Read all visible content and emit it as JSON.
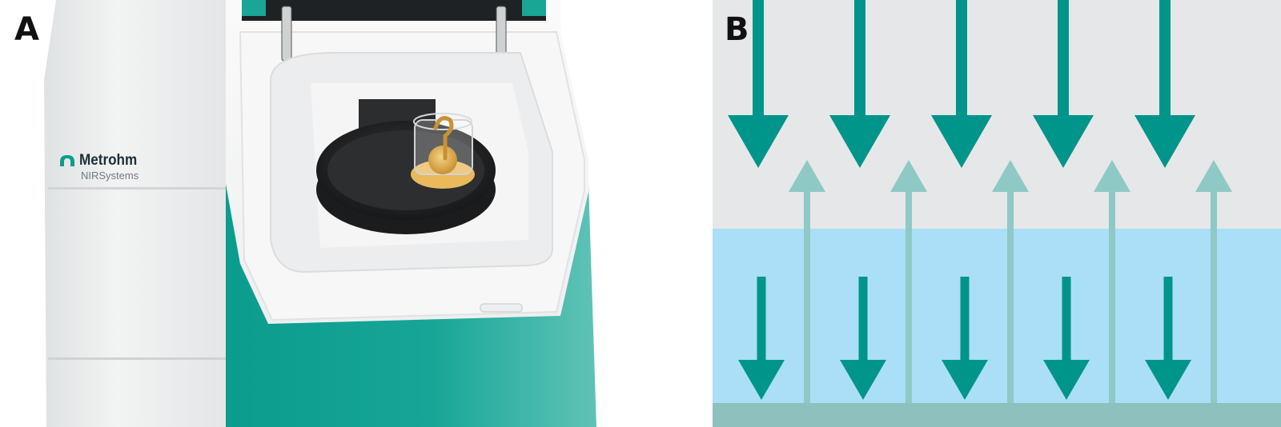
{
  "panels": [
    {
      "label": "A"
    },
    {
      "label": "B"
    }
  ],
  "instrument": {
    "brand_name": "Metrohm",
    "brand_sub": "NIRSystems"
  },
  "colors": {
    "teal": "#00958a",
    "teal_light": "#8ec9c5",
    "upper_zone": "#e6e7e9",
    "liquid_zone": "#aadff7",
    "base_strip": "#8ec0bd"
  },
  "diagram": {
    "incident_arrow_count": 5,
    "reflected_arrow_count": 5,
    "transmitted_arrow_count": 5,
    "liquid_top_fraction": 0.535
  }
}
